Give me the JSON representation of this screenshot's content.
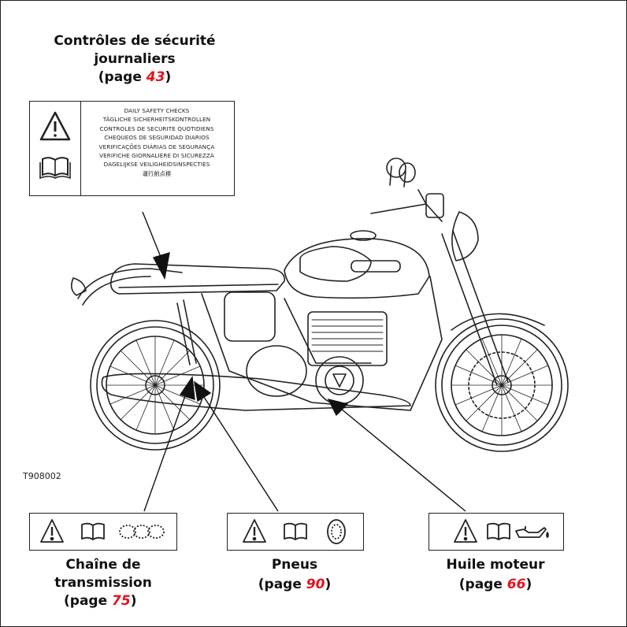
{
  "top_caption": {
    "line1": "Contrôles de sécurité",
    "line2": "journaliers",
    "page_prefix": "(page ",
    "page_number": "43",
    "page_suffix": ")"
  },
  "main_label_lines": [
    "DAILY SAFETY CHECKS",
    "TÄGLICHE SICHERHEITSKONTROLLEN",
    "CONTROLES DE SECURITE QUOTIDIENS",
    "CHEQUEOS DE SEGURIDAD DIARIOS",
    "VERIFICAÇÕES DIÁRIAS DE SEGURANÇA",
    "VERIFICHE GIORNALIERE DI SICUREZZA",
    "DAGELIJKSE VEILIGHEIDSINSPECTIES",
    "運行前点検"
  ],
  "reference_code": "T908002",
  "captions": {
    "chain": {
      "line1": "Chaîne de",
      "line2": "transmission",
      "page_prefix": "(page ",
      "page_number": "75",
      "page_suffix": ")"
    },
    "tyres": {
      "line1": "Pneus",
      "page_prefix": "(page ",
      "page_number": "90",
      "page_suffix": ")"
    },
    "oil": {
      "line1": "Huile moteur",
      "page_prefix": "(page ",
      "page_number": "66",
      "page_suffix": ")"
    }
  },
  "icons": {
    "warning": "warning-triangle-icon",
    "manual": "open-book-icon",
    "chain": "chain-icon",
    "tyre": "tyre-icon",
    "oil": "oil-can-icon"
  },
  "colors": {
    "page_ref": "#e5121b",
    "line": "#222222"
  }
}
